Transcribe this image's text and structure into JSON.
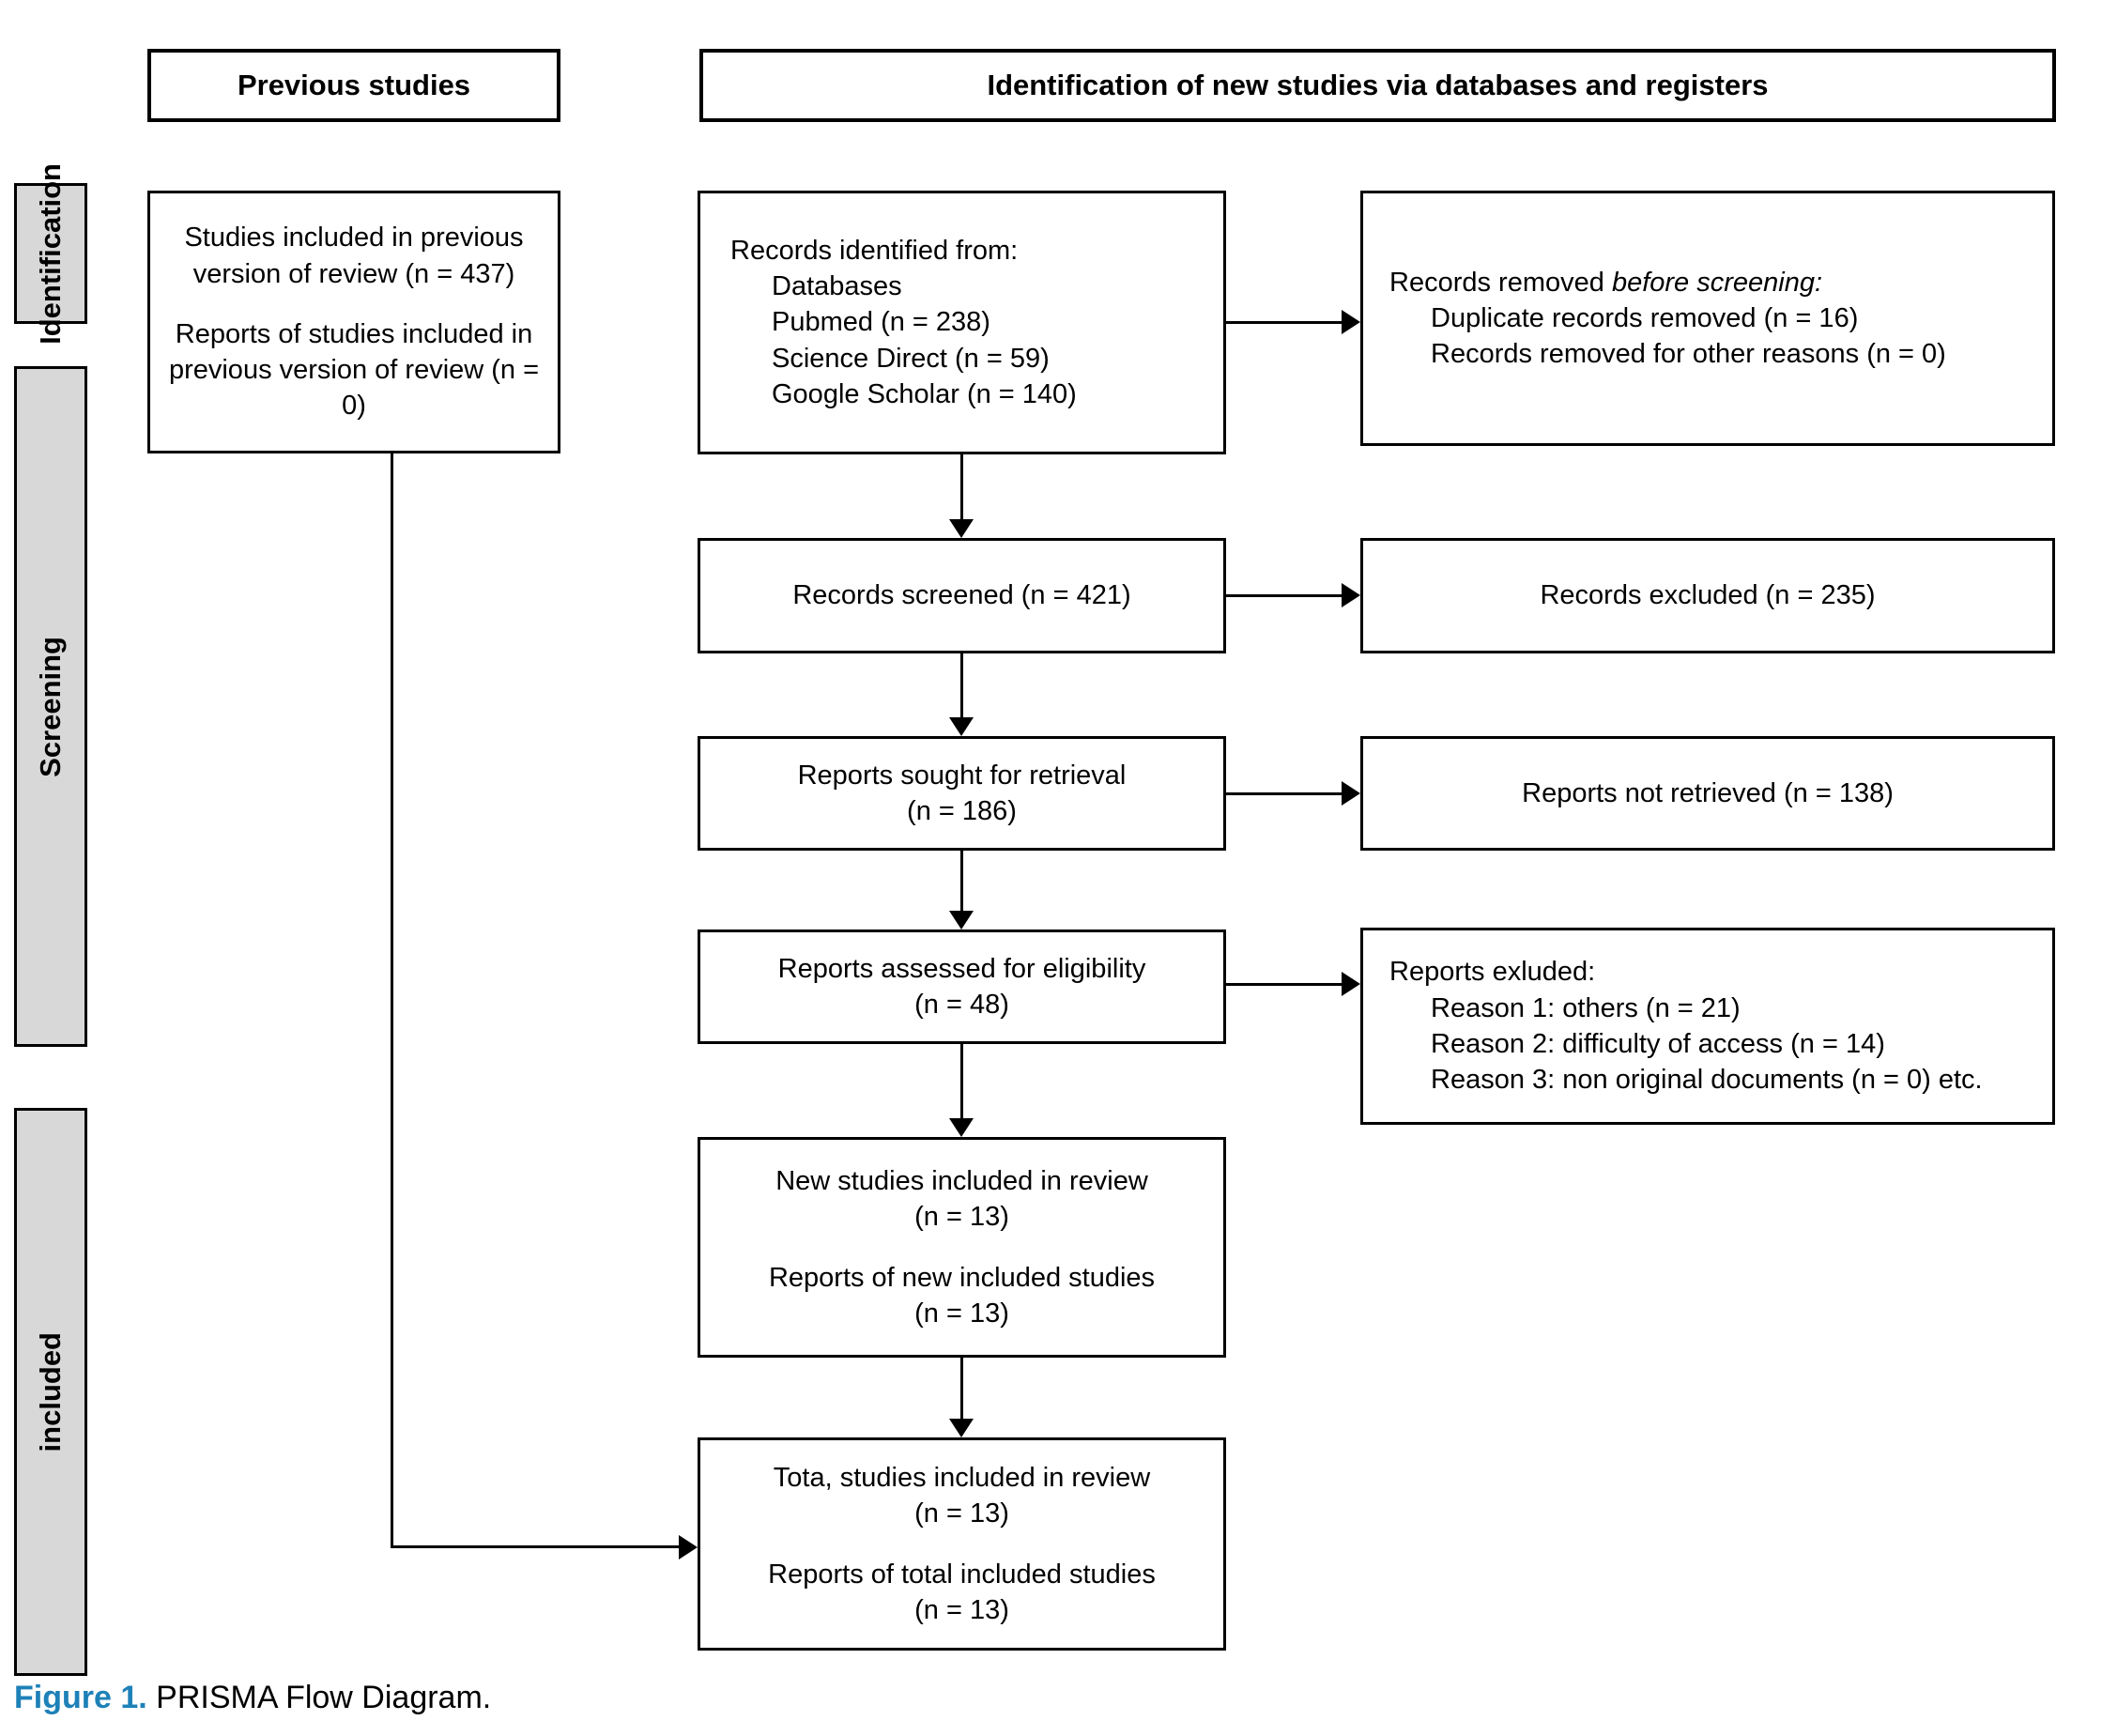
{
  "headers": {
    "previous": "Previous studies",
    "new": "Identification of new studies via databases and registers"
  },
  "sidebar": {
    "identification": "Identification",
    "screening": "Screening",
    "included": "included"
  },
  "boxes": {
    "previous_studies": {
      "para1": "Studies included in previous version of review (n = 437)",
      "para2": "Reports of studies included in previous version of review (n = 0)"
    },
    "records_identified": {
      "title": "Records identified from:",
      "items": [
        "Databases",
        "Pubmed (n = 238)",
        "Science Direct (n = 59)",
        "Google Scholar (n = 140)"
      ]
    },
    "records_removed": {
      "title_normal": "Records removed ",
      "title_italic": "before screening:",
      "items": [
        "Duplicate records removed (n = 16)",
        "Records removed for other reasons (n = 0)"
      ]
    },
    "records_screened": {
      "text": "Records screened (n = 421)"
    },
    "records_excluded": {
      "text": "Records excluded (n = 235)"
    },
    "reports_sought": {
      "line1": "Reports sought for retrieval",
      "line2": "(n = 186)"
    },
    "reports_not_retrieved": {
      "text": "Reports not retrieved (n = 138)"
    },
    "reports_assessed": {
      "line1": "Reports assessed for eligibility",
      "line2": "(n = 48)"
    },
    "reports_excluded": {
      "title": "Reports exluded:",
      "items": [
        "Reason 1: others (n = 21)",
        "Reason 2: difficulty of access (n = 14)",
        "Reason 3: non original documents (n = 0) etc."
      ]
    },
    "new_studies": {
      "para1_line1": "New studies included in review",
      "para1_line2": "(n = 13)",
      "para2_line1": "Reports of new included studies",
      "para2_line2": "(n = 13)"
    },
    "total_studies": {
      "para1_line1": "Tota, studies included in review",
      "para1_line2": "(n = 13)",
      "para2_line1": "Reports of total included studies",
      "para2_line2": "(n = 13)"
    }
  },
  "caption": {
    "prefix": "Figure 1.",
    "text": " PRISMA Flow Diagram."
  },
  "colors": {
    "sidebar_fill": "#d8d8d8",
    "border": "#000000",
    "caption_accent": "#1e81b8"
  }
}
